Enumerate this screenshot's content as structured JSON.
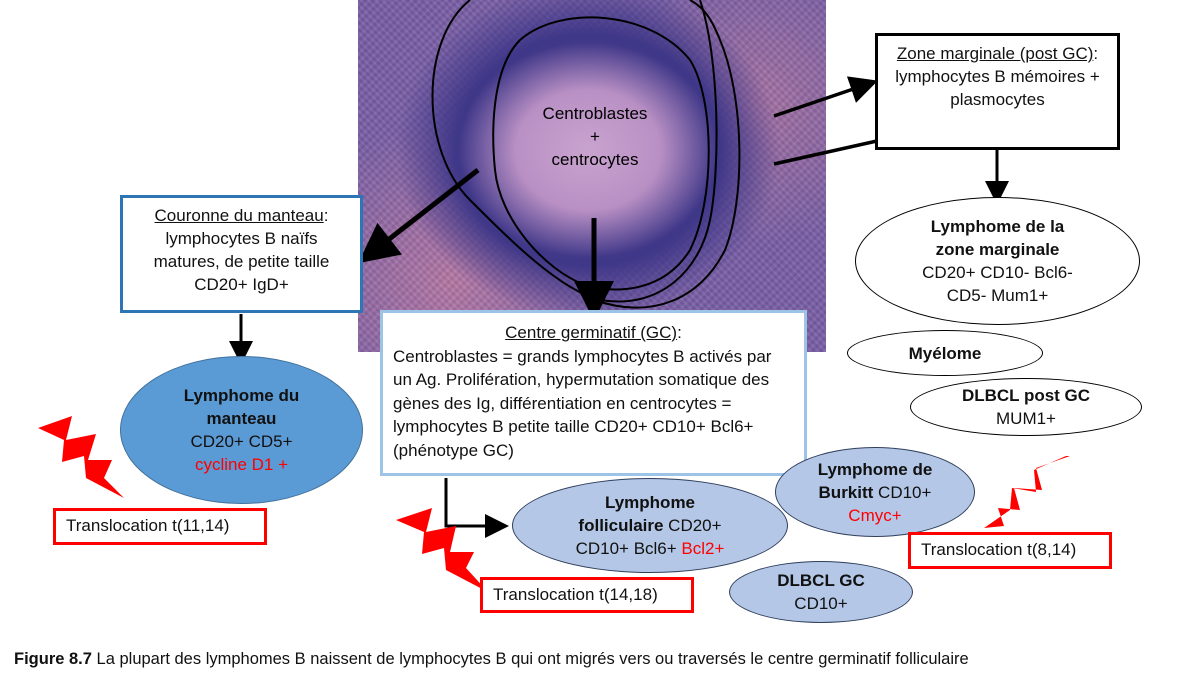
{
  "histology": {
    "center_label": [
      "Centroblastes",
      "+",
      "centrocytes"
    ]
  },
  "mantle_box": {
    "title": "Couronne du manteau",
    "text": ": lymphocytes B naïfs matures, de petite taille CD20+ IgD+"
  },
  "marginal_box": {
    "title": "Zone marginale (post GC)",
    "text": ": lymphocytes B mémoires + plasmocytes"
  },
  "gc_box": {
    "title": "Centre germinatif (GC)",
    "text_after_title": ":",
    "body": "Centroblastes = grands lymphocytes B activés par un Ag. Prolifération, hypermutation somatique des gènes des Ig, différentiation en centrocytes = lymphocytes B petite taille CD20+ CD10+ Bcl6+ (phénotype GC)"
  },
  "ellipses": {
    "mantle": {
      "line1": "Lymphome du",
      "line2": "manteau",
      "line3": "CD20+ CD5+",
      "line4": "cycline D1 +"
    },
    "marginal": {
      "line1": "Lymphome de la",
      "line2": "zone marginale",
      "line3": "CD20+ CD10- Bcl6-",
      "line4": "CD5- Mum1+"
    },
    "myelome": {
      "label": "Myélome"
    },
    "dlbcl_post": {
      "line1": "DLBCL post GC",
      "line2": "MUM1+"
    },
    "burkitt": {
      "bold1": "Lymphome de",
      "bold2": "Burkitt",
      "rest2": " CD10+",
      "red3": "Cmyc+"
    },
    "follicular": {
      "bold1": "Lymphome",
      "bold2": "folliculaire",
      "rest2": " CD20+",
      "line3": "CD10+ Bcl6+ ",
      "red3": "Bcl2+"
    },
    "dlbcl_gc": {
      "line1": "DLBCL GC",
      "line2": "CD10+"
    }
  },
  "translocations": {
    "t11_14": "Translocation t(11,14)",
    "t14_18": "Translocation t(14,18)",
    "t8_14": "Translocation t(8,14)"
  },
  "caption": {
    "label": "Figure 8.7",
    "text": " La plupart des lymphomes B naissent de lymphocytes B qui ont migrés vers ou traversés le centre germinatif folliculaire"
  },
  "colors": {
    "accent_red": "#ff0000",
    "box_blue": "#2e75b6",
    "ellipse_blue": "#5b9bd5",
    "ellipse_light": "#b4c7e7"
  }
}
